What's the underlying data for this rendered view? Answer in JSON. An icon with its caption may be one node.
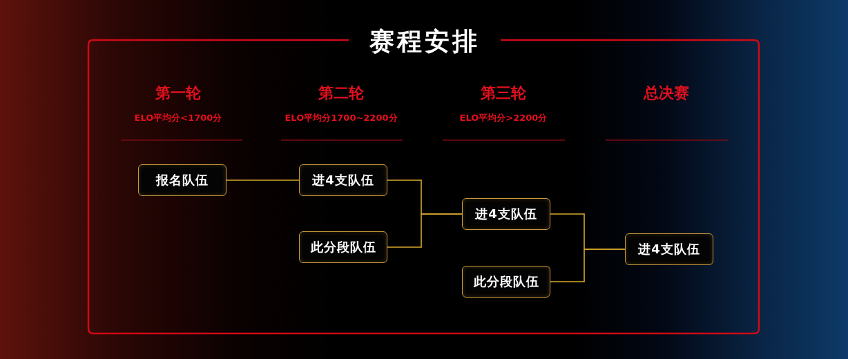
{
  "diagram": {
    "title": "赛程安排",
    "nodes": [
      {
        "text": [
          "报名队伍"
        ]
      },
      {
        "text": [
          "进4支队伍"
        ]
      },
      {
        "text": [
          "此分段队伍"
        ]
      },
      {
        "text": [
          "进4支队伍"
        ]
      },
      {
        "text": [
          "此分段队伍"
        ]
      },
      {
        "text": [
          "进4支队伍"
        ]
      }
    ],
    "edges": [
      {
        "from": 0,
        "to": 1,
        "arrow": "none"
      },
      {
        "from": 1,
        "to": 3,
        "arrow": "none"
      },
      {
        "from": 2,
        "to": 3,
        "arrow": "none"
      },
      {
        "from": 3,
        "to": 5,
        "arrow": "none"
      },
      {
        "from": 4,
        "to": 5,
        "arrow": "none"
      }
    ],
    "labels": [
      "第一轮",
      "ELO平均分<1700分",
      "第二轮",
      "ELO平均分1700~2200分",
      "第三轮",
      "ELO平均分>2200分",
      "总决赛"
    ]
  }
}
